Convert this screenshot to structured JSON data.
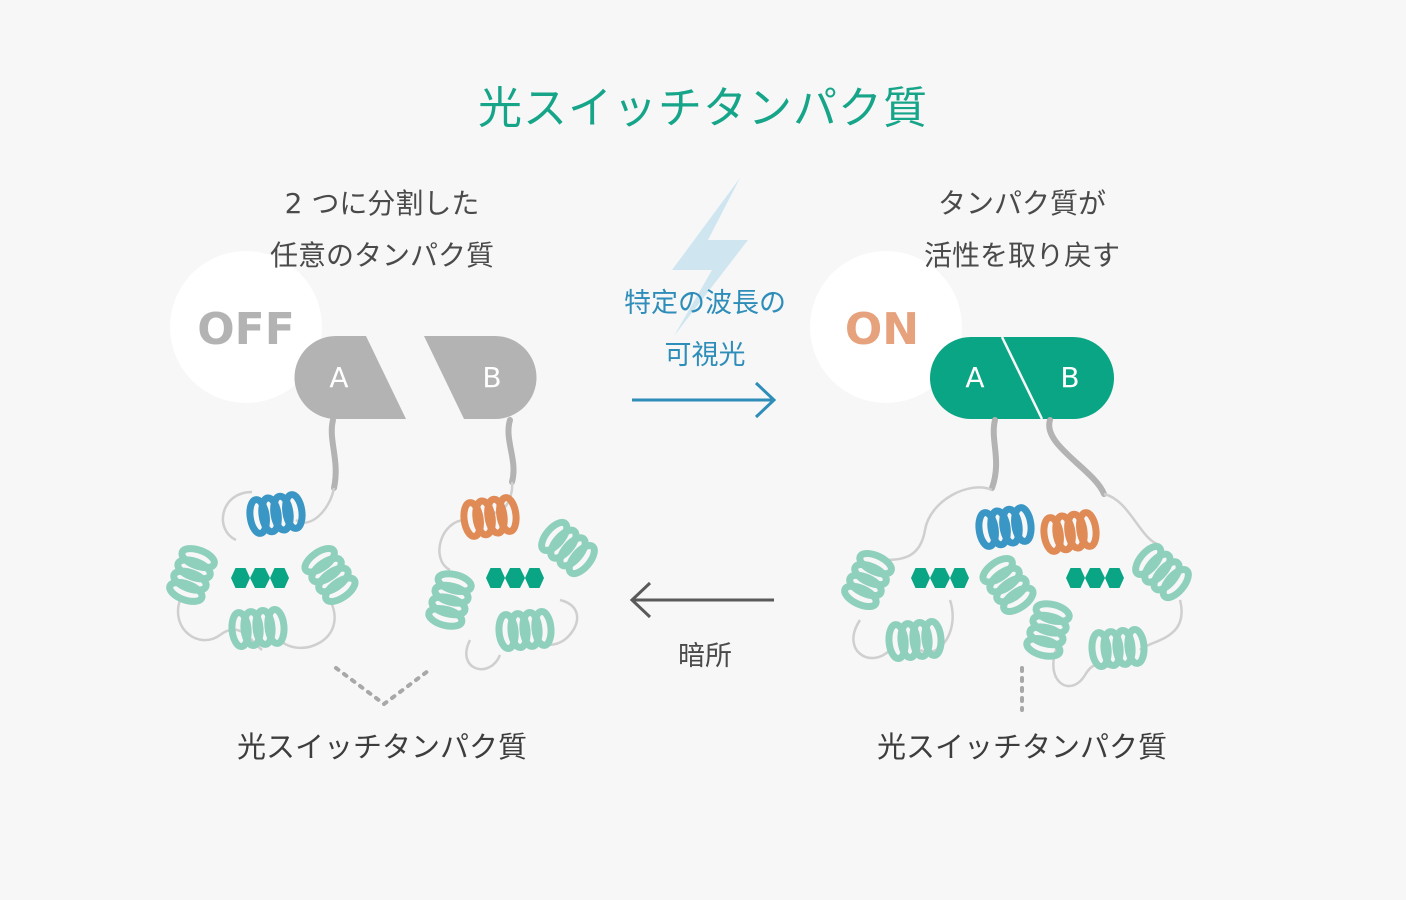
{
  "title": "光スイッチタンパク質",
  "left_caption": [
    "2 つに分割した",
    "任意のタンパク質"
  ],
  "right_caption": [
    "タンパク質が",
    "活性を取り戻す"
  ],
  "off_label": "OFF",
  "on_label": "ON",
  "light_arrow_label": [
    "特定の波長の",
    "可視光"
  ],
  "dark_arrow_label": "暗所",
  "segment_a": "A",
  "segment_b": "B",
  "left_bottom_label": "光スイッチタンパク質",
  "right_bottom_label": "光スイッチタンパク質",
  "colors": {
    "title": "#17a58a",
    "on_active": "#0aa584",
    "off_gray": "#b3b3b3",
    "on_text": "#e6a27c",
    "helix_blue": "#3a96c4",
    "helix_orange": "#e08a55",
    "helix_teal": "#8fd0bc",
    "chromophore": "#0aa584",
    "light_arrow": "#2e8db9",
    "bolt": "#cfe6f1"
  }
}
